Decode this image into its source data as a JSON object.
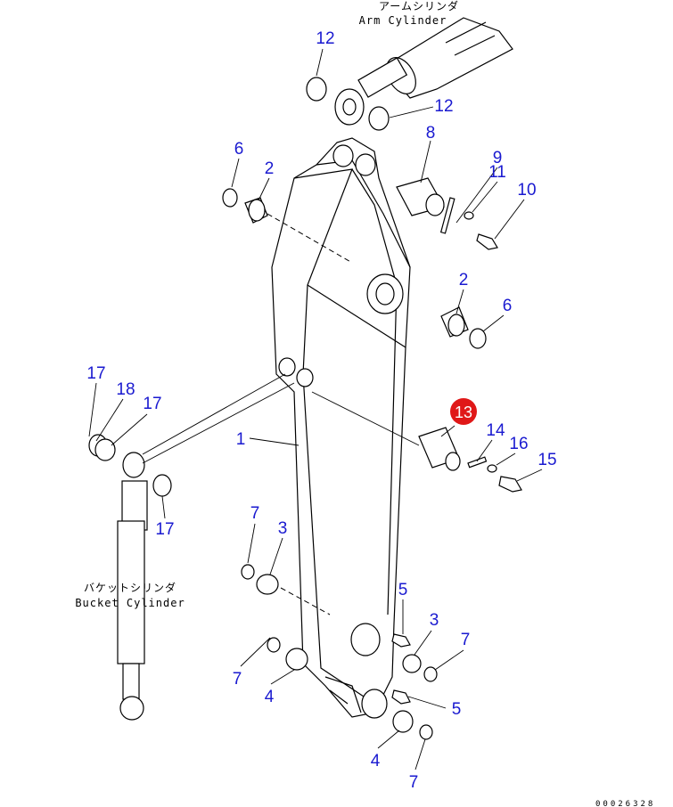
{
  "labels": {
    "arm_cylinder_jp": "アームシリンダ",
    "arm_cylinder": "Arm Cylinder",
    "bucket_cylinder_jp": "バケットシリンダ",
    "bucket_cylinder": "Bucket Cylinder",
    "drawing_code": "00026328"
  },
  "highlight_color": "#e01818",
  "callouts": [
    {
      "label": "12"
    },
    {
      "label": "12"
    },
    {
      "label": "8"
    },
    {
      "label": "6"
    },
    {
      "label": "2"
    },
    {
      "label": "9"
    },
    {
      "label": "11"
    },
    {
      "label": "10"
    },
    {
      "label": "2"
    },
    {
      "label": "6"
    },
    {
      "label": "17"
    },
    {
      "label": "18"
    },
    {
      "label": "17"
    },
    {
      "label": "13"
    },
    {
      "label": "1"
    },
    {
      "label": "14"
    },
    {
      "label": "16"
    },
    {
      "label": "15"
    },
    {
      "label": "17"
    },
    {
      "label": "7"
    },
    {
      "label": "3"
    },
    {
      "label": "5"
    },
    {
      "label": "3"
    },
    {
      "label": "7"
    },
    {
      "label": "7"
    },
    {
      "label": "4"
    },
    {
      "label": "5"
    },
    {
      "label": "4"
    },
    {
      "label": "7"
    }
  ]
}
